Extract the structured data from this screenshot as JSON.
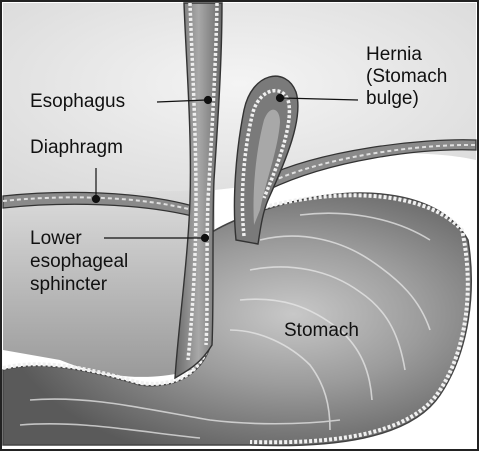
{
  "labels": {
    "esophagus": "Esophagus",
    "hernia_line1": "Hernia",
    "hernia_line2": "(Stomach",
    "hernia_line3": "bulge)",
    "diaphragm": "Diaphragm",
    "les_line1": "Lower",
    "les_line2": "esophageal",
    "les_line3": "sphincter",
    "stomach": "Stomach"
  },
  "colors": {
    "background": "#ffffff",
    "tissue_dark": "#5c5c5c",
    "tissue_mid": "#8a8a8a",
    "tissue_light": "#c9c9c9",
    "wall": "#e6e6e6",
    "ink": "#111111"
  }
}
